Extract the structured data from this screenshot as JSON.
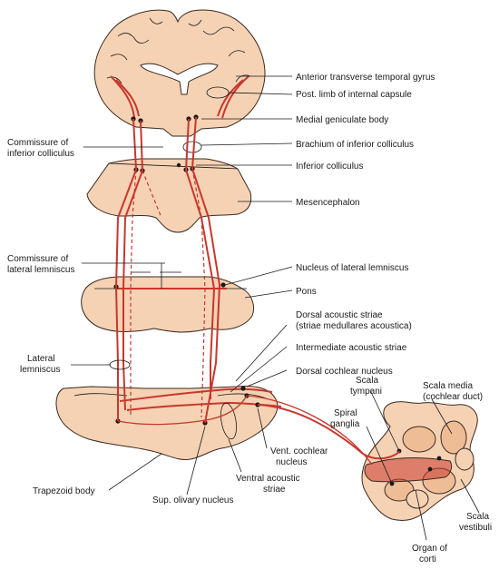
{
  "labels": {
    "ant_temporal": "Anterior transverse temporal gyrus",
    "post_limb": "Post. limb of internal capsule",
    "medial_geniculate": "Medial geniculate body",
    "commissure_ic_1": "Commissure of",
    "commissure_ic_2": "inferior colliculus",
    "brachium_ic": "Brachium of inferior colliculus",
    "inferior_colliculus": "Inferior colliculus",
    "mesencephalon": "Mesencephalon",
    "commissure_ll_1": "Commissure of",
    "commissure_ll_2": "lateral lemniscus",
    "nucleus_ll": "Nucleus of lateral lemniscus",
    "pons": "Pons",
    "dorsal_striae_1": "Dorsal acoustic striae",
    "dorsal_striae_2": "(striae medullares acoustica)",
    "intermediate_striae": "Intermediate acoustic striae",
    "lateral_lemniscus_1": "Lateral",
    "lateral_lemniscus_2": "lemniscus",
    "dorsal_cochlear": "Dorsal cochlear nucleus",
    "scala_tympani_1": "Scala",
    "scala_tympani_2": "tympani",
    "scala_media_1": "Scala media",
    "scala_media_2": "(cochlear duct)",
    "spiral_ganglia_1": "Spiral",
    "spiral_ganglia_2": "ganglia",
    "vent_cochlear_1": "Vent. cochlear",
    "vent_cochlear_2": "nucleus",
    "trapezoid": "Trapezoid body",
    "ventral_striae_1": "Ventral acoustic",
    "ventral_striae_2": "striae",
    "sup_olivary": "Sup. olivary nucleus",
    "scala_vestibuli_1": "Scala",
    "scala_vestibuli_2": "vestibuli",
    "organ_corti_1": "Organ of",
    "organ_corti_2": "corti"
  },
  "colors": {
    "tissue": "#f6d2b4",
    "pathway": "#c8372d",
    "ink": "#1a1a1a"
  }
}
